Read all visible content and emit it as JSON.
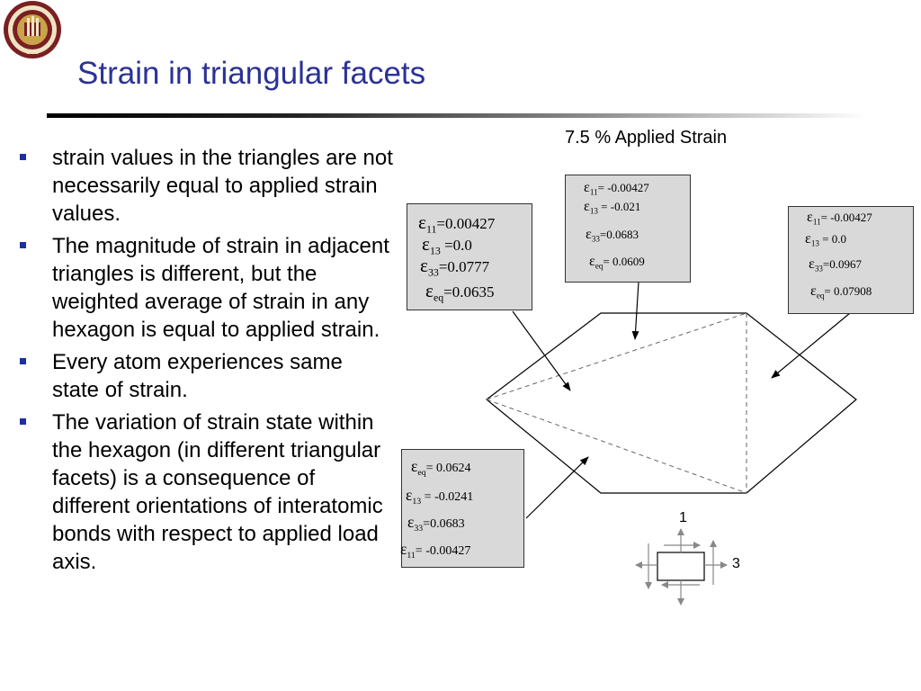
{
  "title": "Strain in triangular facets",
  "bullets": [
    "strain values in the triangles are not necessarily equal to applied strain values.",
    "The magnitude of strain in adjacent triangles is different, but the weighted average of strain in any hexagon is equal to applied strain.",
    "Every atom experiences same state of strain.",
    "The variation of strain state within the hexagon (in different triangular facets) is a consequence of different orientations of interatomic bonds with respect to applied load axis."
  ],
  "seal": {
    "text_top": "FLORIDA STATE UNIVERSITY",
    "year": "1851"
  },
  "figure": {
    "caption": "7.5 % Applied Strain",
    "symbol": "ε",
    "boxes": [
      {
        "id": "left",
        "rows": [
          {
            "sub": "11",
            "value": "0.00427",
            "op": "="
          },
          {
            "sub": "13",
            "value": "0.0",
            "op": " ="
          },
          {
            "sub": "33",
            "value": "0.0777",
            "op": "="
          },
          {
            "sub": "eq",
            "value": "0.0635",
            "op": "="
          }
        ]
      },
      {
        "id": "top",
        "rows": [
          {
            "sub": "11",
            "value": "-0.00427",
            "op": "= "
          },
          {
            "sub": "13",
            "value": "-0.021",
            "op": " = "
          },
          {
            "sub": "33",
            "value": "0.0683",
            "op": "="
          },
          {
            "sub": "eq",
            "value": "0.0609",
            "op": "= "
          }
        ]
      },
      {
        "id": "right",
        "rows": [
          {
            "sub": "11",
            "value": "-0.00427",
            "op": "= "
          },
          {
            "sub": "13",
            "value": "0.0",
            "op": " =  "
          },
          {
            "sub": "33",
            "value": "0.0967",
            "op": "="
          },
          {
            "sub": "eq",
            "value": "0.07908",
            "op": "= "
          }
        ]
      },
      {
        "id": "bottom",
        "rows": [
          {
            "sub": "eq",
            "value": "0.0624",
            "op": "= "
          },
          {
            "sub": "13",
            "value": "-0.0241",
            "op": " =  "
          },
          {
            "sub": "33",
            "value": "0.0683",
            "op": "="
          },
          {
            "sub": "11",
            "value": "-0.00427",
            "op": "= "
          }
        ]
      }
    ],
    "axis_labels": {
      "vertical": "1",
      "horizontal": "3"
    }
  }
}
